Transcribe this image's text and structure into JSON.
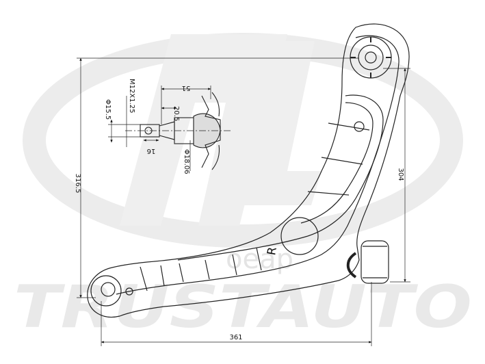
{
  "watermark": {
    "brand_text": "TRUSTAUTO",
    "overlay_text": "oeap"
  },
  "part_side_label": "R",
  "ball_joint": {
    "thread_label": "M12X1.25",
    "stud_diameter_label": "Φ15.5",
    "stud_length_label": "16",
    "taper_length_label": "20.5",
    "overall_length_label": "51",
    "housing_diameter_label": "Φ18.06"
  },
  "overall_dimensions": {
    "height_left_label": "316.5",
    "height_right_label": "304",
    "width_bottom_label": "361"
  }
}
